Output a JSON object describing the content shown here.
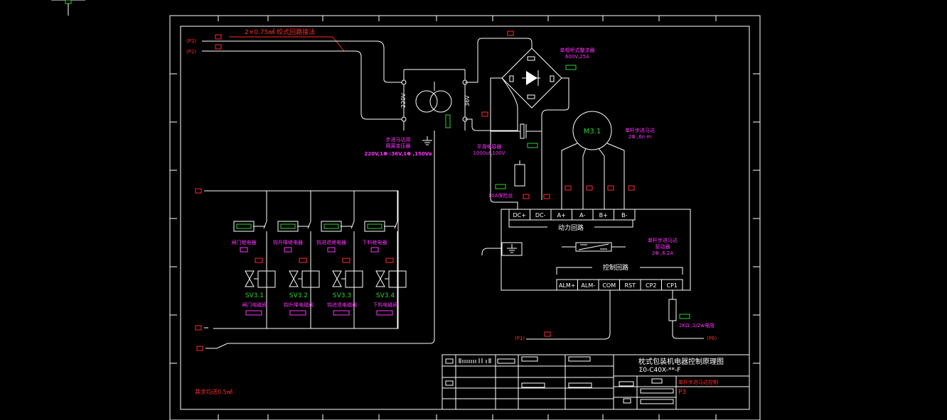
{
  "colors": {
    "background": "#000000",
    "wire": "#ffffff",
    "label_red": "#ff2a2a",
    "label_magenta": "#ff33ff",
    "label_green": "#2fd12f"
  },
  "wiring_note": "2×0.75㎟ 绞式回路接法",
  "terminals": {
    "p2_top": "(P2)",
    "p2_bottom": "(P2)",
    "p1": "(P1)",
    "p6": "(P6)"
  },
  "transformer": {
    "primary": "220V",
    "secondary": "36V",
    "caption": [
      "步进马达用",
      "隔离变压器",
      "220V,1Φ :36V,1Φ ,150Va"
    ]
  },
  "rectifier": {
    "caption": [
      "单相桥式整流器",
      "600V,25A"
    ]
  },
  "capacitor": {
    "caption": [
      "平滑电容器",
      "1000uf,100V"
    ]
  },
  "fuse": {
    "caption": "10A保险丝"
  },
  "motor": {
    "label": "M3.1",
    "caption": [
      "单杆步进马达",
      "2Φ ,6n·m"
    ]
  },
  "driver": {
    "power_terminals": [
      "DC+",
      "DC-",
      "A+",
      "A-",
      "B+",
      "B-"
    ],
    "power_loop_label": "动力回路",
    "control_loop_label": "控制回路",
    "control_terminals": [
      "ALM+",
      "ALM-",
      "COM",
      "RST",
      "CP2",
      "CP1"
    ],
    "caption": [
      "单杆步进马达",
      "驱动器",
      "2Φ ,6.2A"
    ]
  },
  "resistor": {
    "caption": "2KΩ ,1/2w电阻"
  },
  "relays": [
    {
      "caption": "闸门继电器"
    },
    {
      "caption": "钩升降继电器"
    },
    {
      "caption": "钩进退继电器"
    },
    {
      "caption": "下料继电器"
    }
  ],
  "valves": [
    {
      "tag": "SV3.1",
      "caption": "闸门电磁阀"
    },
    {
      "tag": "SV3.2",
      "caption": "钩升降电磁阀"
    },
    {
      "tag": "SV3.3",
      "caption": "钩进退电磁阀"
    },
    {
      "tag": "SV3.4",
      "caption": "下料电磁阀"
    }
  ],
  "remaining_wiring_note": "其余均送0.5㎟",
  "title_block": {
    "title": "枕式包装机电器控制原理图",
    "drawing_no": "Σ0-C40X-**-F",
    "subtitle": "单杆步进马达控制",
    "sheet": "P3"
  }
}
